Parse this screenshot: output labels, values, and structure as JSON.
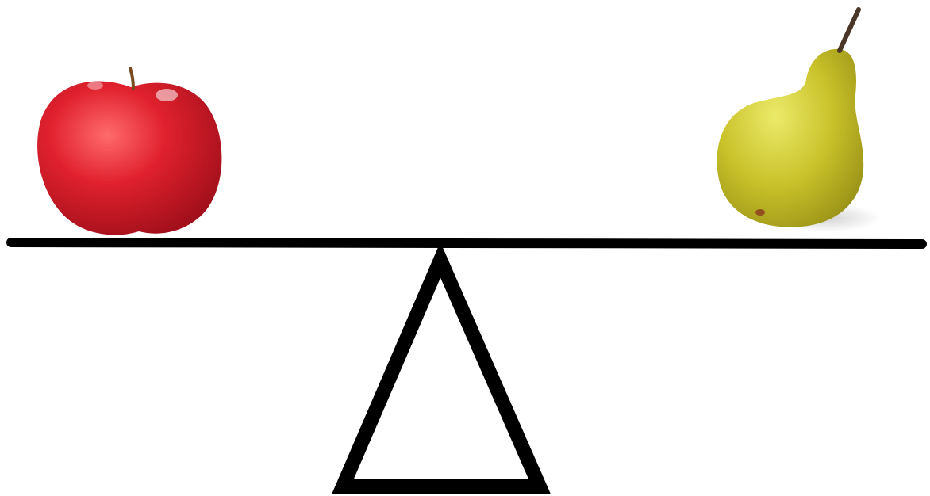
{
  "scene": {
    "background": "#ffffff",
    "stroke_color": "#000000",
    "left_object": {
      "kind": "apple",
      "icon": "apple-icon",
      "colors": {
        "body": "#e0212e",
        "highlight": "#ff6b6b",
        "shadow": "#a3101b",
        "stem": "#7a4a1e"
      }
    },
    "right_object": {
      "kind": "pear",
      "icon": "pear-icon",
      "colors": {
        "body": "#c9c22a",
        "highlight": "#ecea6a",
        "shadow": "#9c9418",
        "stem": "#4a3626"
      }
    },
    "beam": {
      "icon": "seesaw-beam",
      "state": "balanced"
    },
    "fulcrum": {
      "icon": "triangle-fulcrum-icon"
    }
  }
}
